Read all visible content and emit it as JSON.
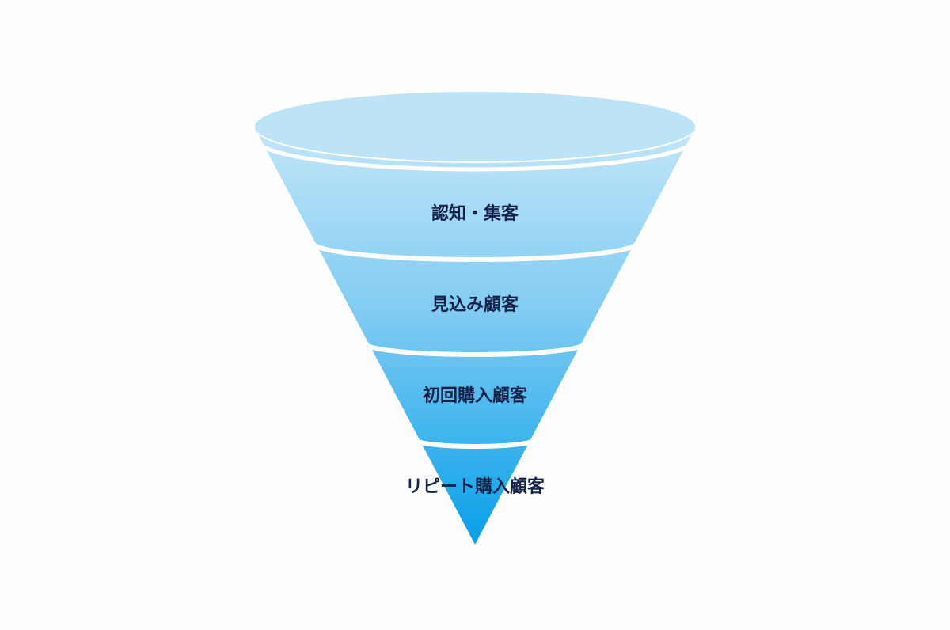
{
  "funnel": {
    "stages": [
      {
        "label": "認知・集客"
      },
      {
        "label": "見込み顧客"
      },
      {
        "label": "初回購入顧客"
      },
      {
        "label": "リピート購入顧客"
      }
    ],
    "colors": {
      "rim": "#bde3f7",
      "gradient_top": "#bfe4f8",
      "gradient_bottom": "#0aa3ea",
      "separator": "#ffffff",
      "label": "#14224a",
      "background": "#fdfdfd"
    }
  }
}
